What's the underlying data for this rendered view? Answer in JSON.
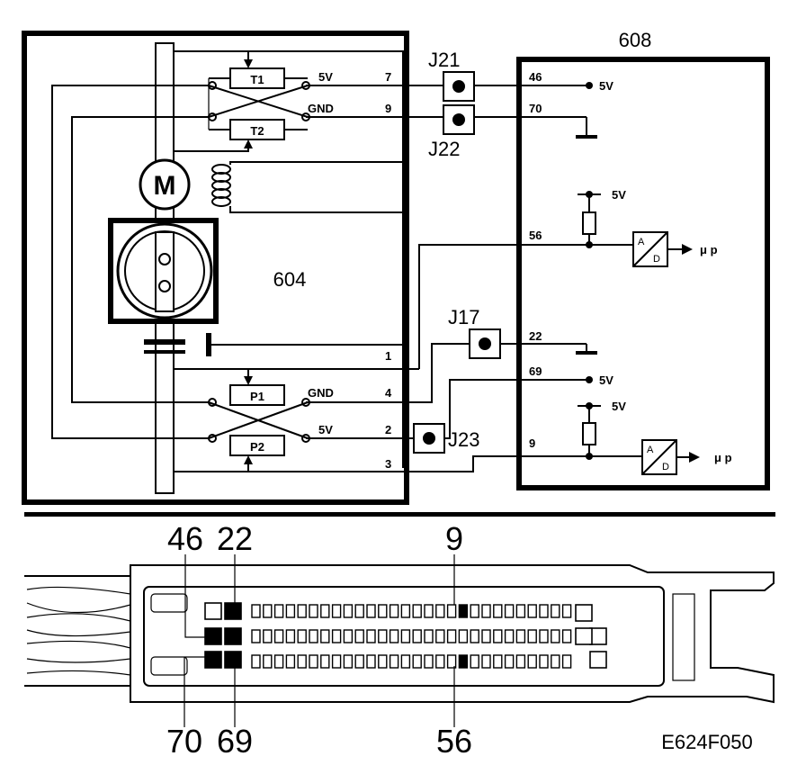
{
  "components": {
    "throttle_unit": "604",
    "control_module": "608",
    "motor": "M",
    "resistor_t1": "T1",
    "resistor_t2": "T2",
    "resistor_p1": "P1",
    "resistor_p2": "P2",
    "ad_converter": {
      "a": "A",
      "d": "D",
      "output": "μ p"
    }
  },
  "connectors": {
    "j21": "J21",
    "j22": "J22",
    "j17": "J17",
    "j23": "J23"
  },
  "unit_pins": {
    "pin7": "7",
    "pin9": "9",
    "pin1": "1",
    "pin4": "4",
    "pin2": "2",
    "pin3": "3"
  },
  "module_pins": {
    "pin46": "46",
    "pin70": "70",
    "pin56": "56",
    "pin22": "22",
    "pin69": "69",
    "pin9": "9"
  },
  "supply": {
    "v5": "5V",
    "gnd": "GND"
  },
  "connector_view": {
    "top_labels": [
      "46",
      "22",
      "9"
    ],
    "bottom_labels": [
      "70",
      "69",
      "56"
    ]
  },
  "figure_code": "E624F050"
}
